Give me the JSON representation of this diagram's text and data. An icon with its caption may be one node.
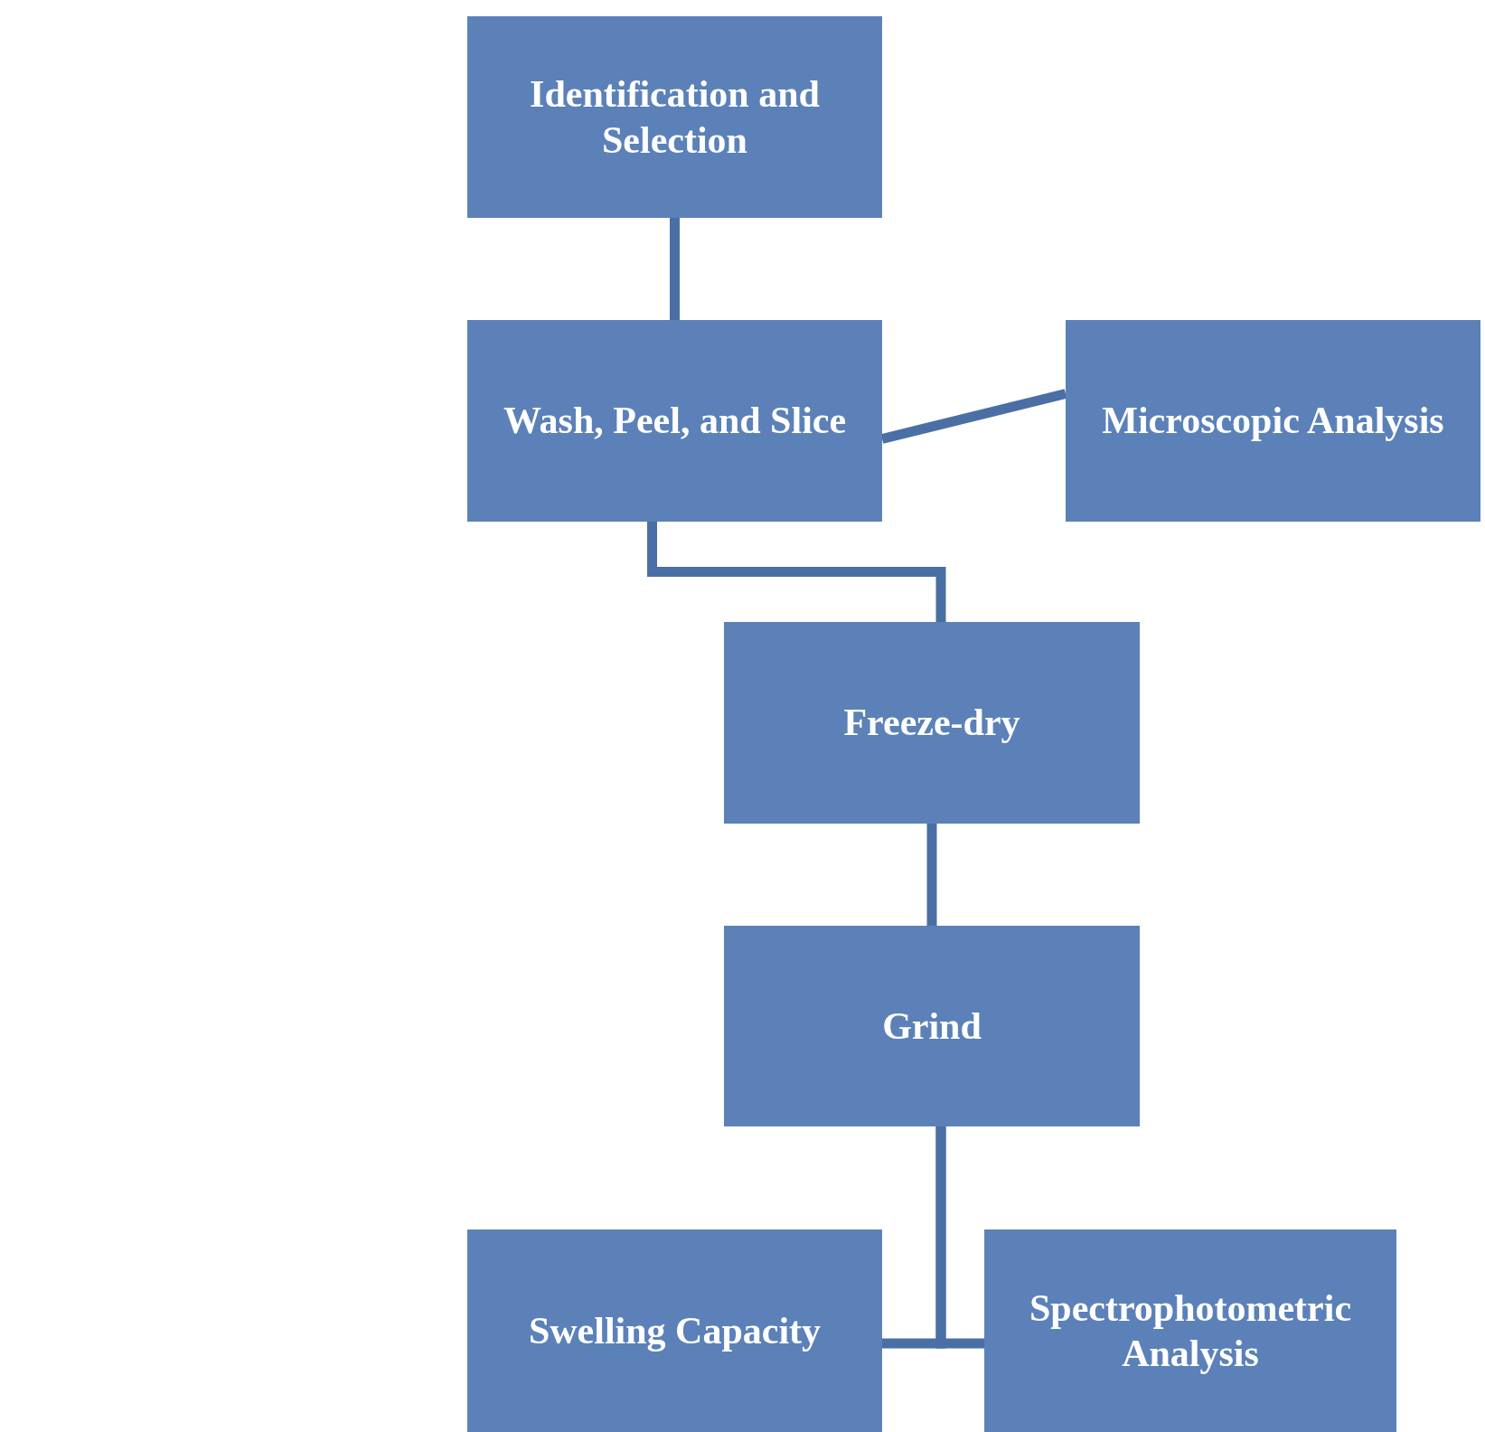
{
  "diagram": {
    "nodes": [
      {
        "text": [
          "Identification and Selection"
        ]
      },
      {
        "text": [
          "Wash, Peel, and Slice"
        ]
      },
      {
        "text": [
          "Microscopic Analysis"
        ]
      },
      {
        "text": [
          "Freeze-dry"
        ]
      },
      {
        "text": [
          "Grind"
        ]
      },
      {
        "text": [
          "Swelling Capacity"
        ]
      },
      {
        "text": [
          "Spectrophotometric Analysis"
        ]
      }
    ],
    "edges": [
      {
        "from": 0,
        "to": 1,
        "arrow": "none"
      },
      {
        "from": 1,
        "to": 2,
        "arrow": "none"
      },
      {
        "from": 1,
        "to": 3,
        "arrow": "none"
      },
      {
        "from": 3,
        "to": 4,
        "arrow": "none"
      },
      {
        "from": 4,
        "to": 5,
        "arrow": "none"
      },
      {
        "from": 4,
        "to": 6,
        "arrow": "none"
      }
    ]
  }
}
